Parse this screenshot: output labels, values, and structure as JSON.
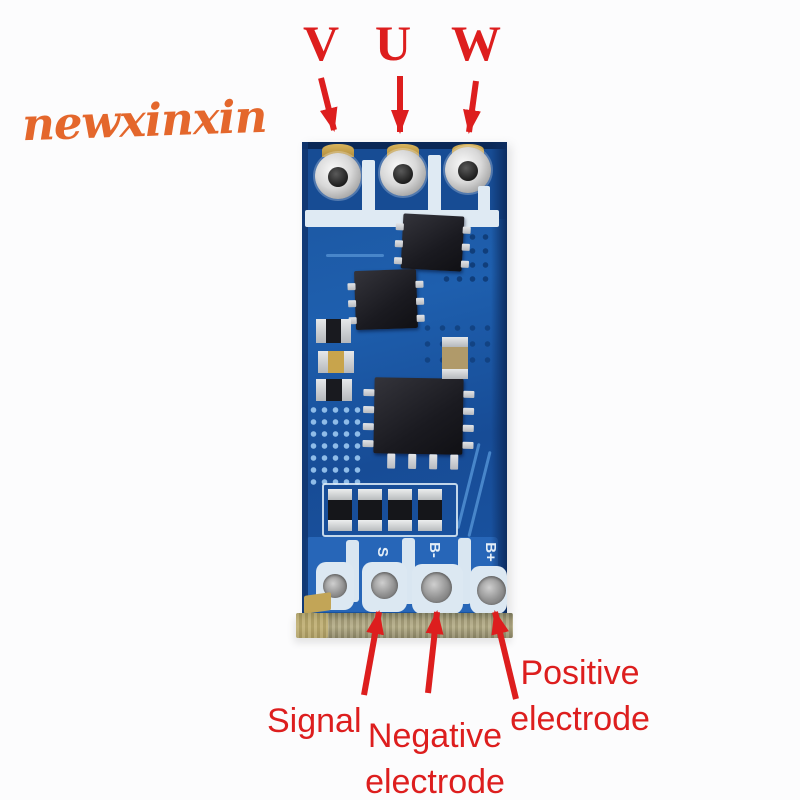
{
  "watermark": {
    "text": "newxinxin"
  },
  "phase_labels": {
    "v": "V",
    "u": "U",
    "w": "W"
  },
  "pad_annotations": {
    "signal": "Signal",
    "negative": {
      "line1": "Negative",
      "line2": "electrode"
    },
    "positive": {
      "line1": "Positive",
      "line2": "electrode"
    }
  },
  "pcb": {
    "pin_labels": {
      "signal": "S",
      "negative": "B-",
      "positive": "B+"
    }
  },
  "colors": {
    "annotation_red": "#dd1e1e",
    "watermark_orange": "#e4672c",
    "pcb_blue": "#1d5aa6",
    "silkscreen_white": "#dfeaf3",
    "substrate_tan": "#a8a07b"
  }
}
